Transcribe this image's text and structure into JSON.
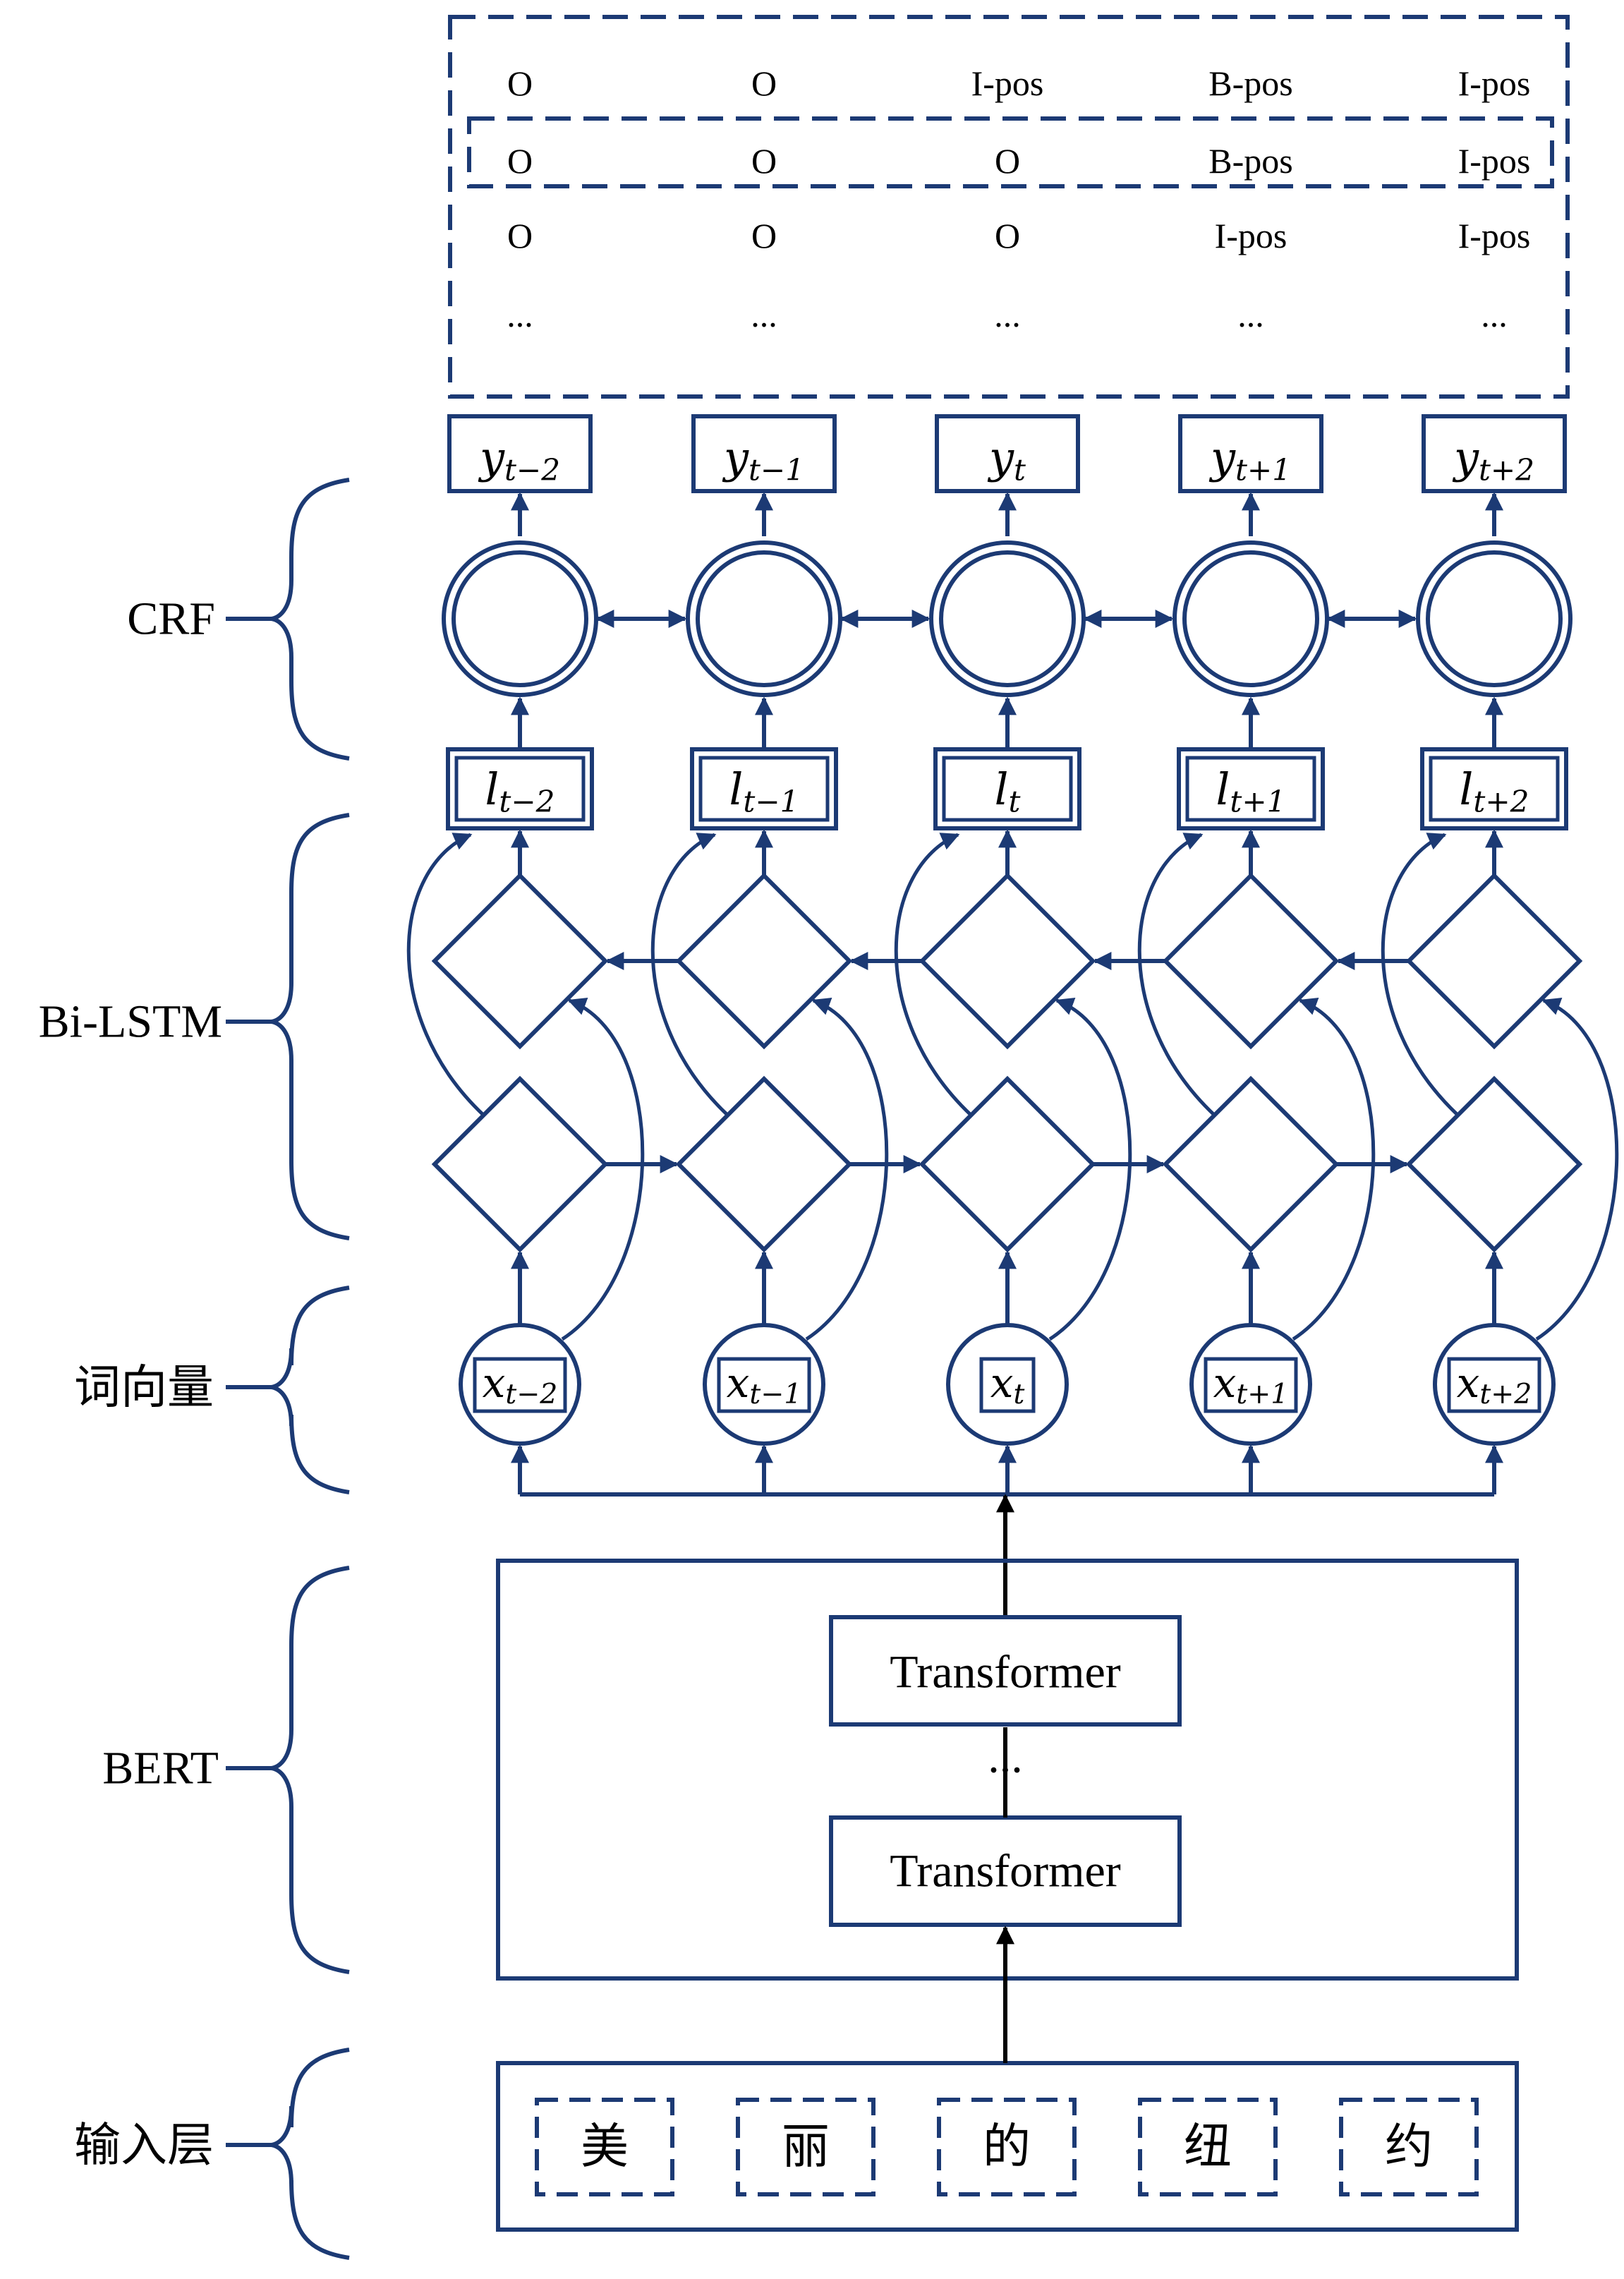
{
  "layers": {
    "output_layer": "CRF",
    "hidden_layer": "Bi-LSTM",
    "embedding_layer": "词向量",
    "encoder_layer": "BERT",
    "input_layer": "输入层"
  },
  "tag_sequences": [
    [
      "O",
      "O",
      "I-pos",
      "B-pos",
      "I-pos"
    ],
    [
      "O",
      "O",
      "O",
      "B-pos",
      "I-pos"
    ],
    [
      "O",
      "O",
      "O",
      "I-pos",
      "I-pos"
    ],
    [
      "...",
      "...",
      "...",
      "...",
      "..."
    ]
  ],
  "highlighted_sequence_index": 1,
  "positions": [
    {
      "y": {
        "base": "y",
        "sub": "t−2"
      },
      "l": {
        "base": "l",
        "sub": "t−2"
      },
      "x": {
        "base": "x",
        "sub": "t−2"
      },
      "x_boxed": true
    },
    {
      "y": {
        "base": "y",
        "sub": "t−1"
      },
      "l": {
        "base": "l",
        "sub": "t−1"
      },
      "x": {
        "base": "x",
        "sub": "t−1"
      },
      "x_boxed": true
    },
    {
      "y": {
        "base": "y",
        "sub": "t"
      },
      "l": {
        "base": "l",
        "sub": "t"
      },
      "x": {
        "base": "x",
        "sub": "t"
      },
      "x_boxed": true
    },
    {
      "y": {
        "base": "y",
        "sub": "t+1"
      },
      "l": {
        "base": "l",
        "sub": "t+1"
      },
      "x": {
        "base": "x",
        "sub": "t+1"
      },
      "x_boxed": true
    },
    {
      "y": {
        "base": "y",
        "sub": "t+2"
      },
      "l": {
        "base": "l",
        "sub": "t+2"
      },
      "x": {
        "base": "x",
        "sub": "t+2"
      },
      "x_boxed": true
    }
  ],
  "bert": {
    "top_block": "Transformer",
    "ellipsis": "...",
    "bottom_block": "Transformer"
  },
  "input_tokens": [
    "美",
    "丽",
    "的",
    "纽",
    "约"
  ],
  "colors": {
    "diagram_stroke": "#1c3a74",
    "bert_stroke": "#1c3a74",
    "arrow_black": "#000000"
  }
}
